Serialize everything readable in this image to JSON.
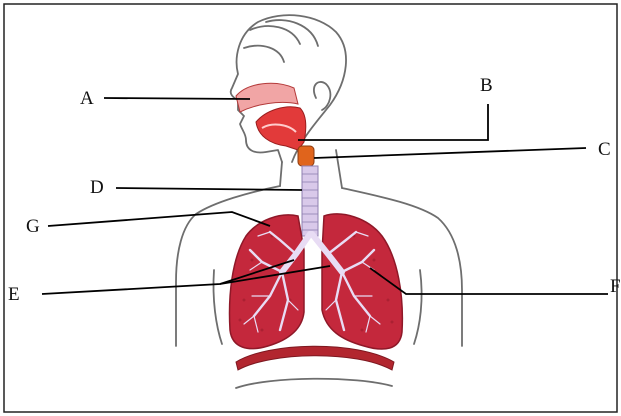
{
  "labels": {
    "A": "A",
    "B": "B",
    "C": "C",
    "D": "D",
    "E": "E",
    "F": "F",
    "G": "G"
  },
  "colors": {
    "frame": "#222222",
    "outline": "#6e6e6e",
    "lung": "#c4283c",
    "lung_dark": "#8f1828",
    "airway": "#d9c9ea",
    "airway_edge": "#8f7fb0",
    "mouth": "#e23a3a",
    "larynx": "#e0641c",
    "diaphragm": "#b2262f"
  }
}
